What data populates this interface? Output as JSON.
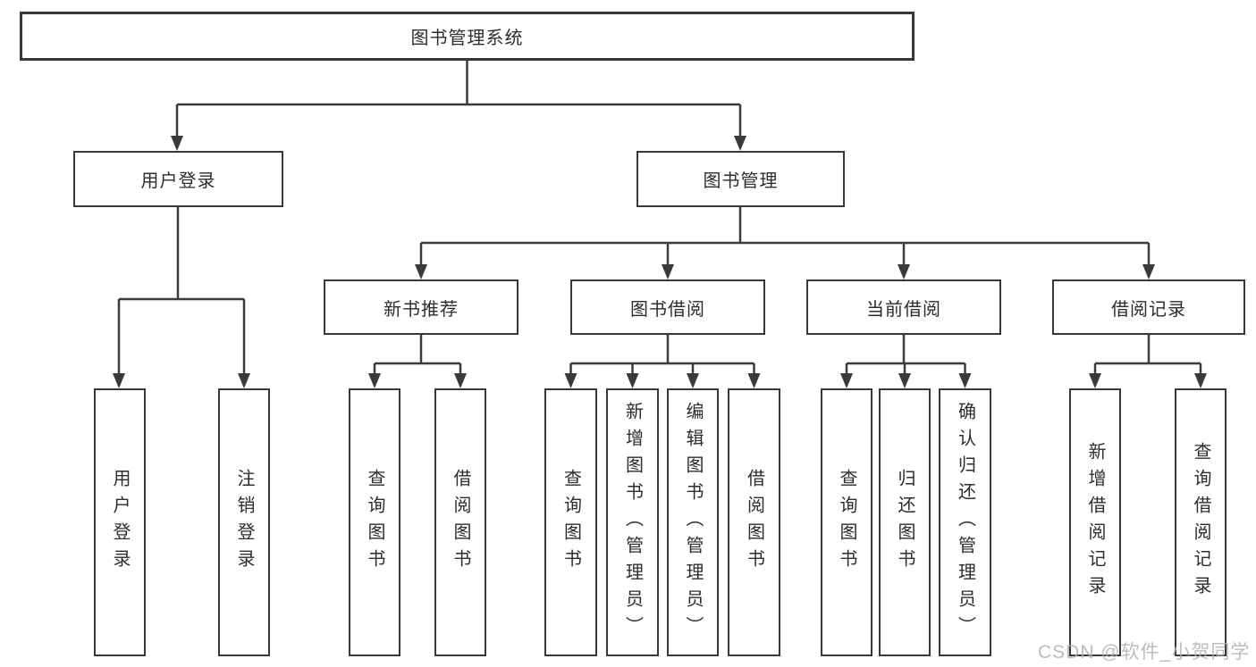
{
  "diagram": {
    "tree": {
      "root": {
        "label": "图书管理系统",
        "children": [
          {
            "label": "用户登录",
            "children": [
              {
                "label": "用户登录"
              },
              {
                "label": "注销登录"
              }
            ]
          },
          {
            "label": "图书管理",
            "children": [
              {
                "label": "新书推荐",
                "children": [
                  {
                    "label": "查询图书"
                  },
                  {
                    "label": "借阅图书"
                  }
                ]
              },
              {
                "label": "图书借阅",
                "children": [
                  {
                    "label": "查询图书"
                  },
                  {
                    "label": "新增图书（管理员）"
                  },
                  {
                    "label": "编辑图书（管理员）"
                  },
                  {
                    "label": "借阅图书"
                  }
                ]
              },
              {
                "label": "当前借阅",
                "children": [
                  {
                    "label": "查询图书"
                  },
                  {
                    "label": "归还图书"
                  },
                  {
                    "label": "确认归还（管理员）"
                  }
                ]
              },
              {
                "label": "借阅记录",
                "children": [
                  {
                    "label": "新增借阅记录"
                  },
                  {
                    "label": "查询借阅记录"
                  }
                ]
              }
            ]
          }
        ]
      }
    },
    "colors": {
      "line": "#3a3a3a",
      "box_border": "#383838",
      "box_fill": "#ffffff",
      "text": "#2d2d2d",
      "watermark": "#b0b0b0"
    }
  },
  "watermark": {
    "text": "CSDN @软件_小贺同学"
  }
}
